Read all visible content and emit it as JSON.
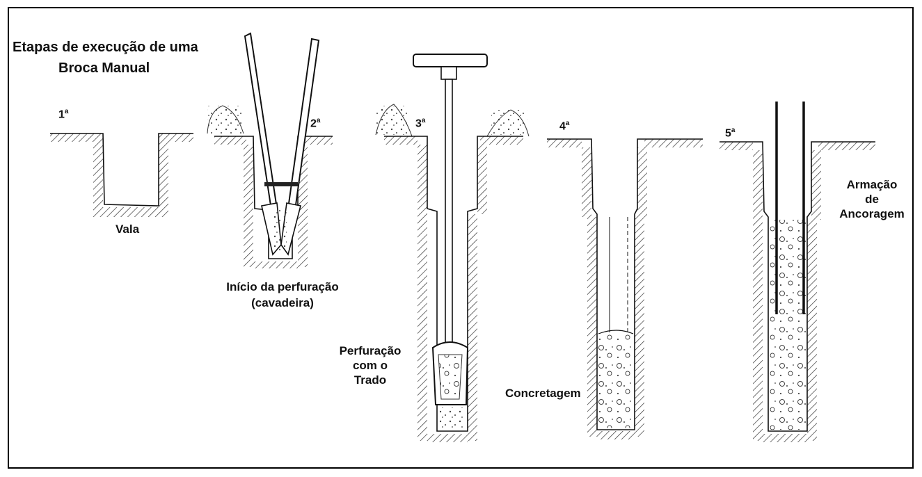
{
  "title_line1": "Etapas de execução de uma",
  "title_line2": "Broca Manual",
  "steps": [
    {
      "number": "1",
      "suffix": "a",
      "caption_lines": [
        "Vala"
      ]
    },
    {
      "number": "2",
      "suffix": "a",
      "caption_lines": [
        "Início da perfuração",
        "(cavadeira)"
      ]
    },
    {
      "number": "3",
      "suffix": "a",
      "caption_lines": [
        "Perfuração",
        "com o",
        "Trado"
      ]
    },
    {
      "number": "4",
      "suffix": "a",
      "caption_lines": [
        "Concretagem"
      ]
    },
    {
      "number": "5",
      "suffix": "a",
      "caption_lines": [
        "Armação",
        "de",
        "Ancoragem"
      ]
    }
  ]
}
